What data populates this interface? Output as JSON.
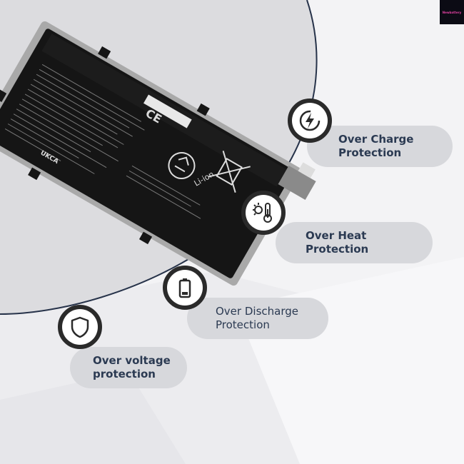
{
  "brand": {
    "logo_text": "Newbattery"
  },
  "features": [
    {
      "icon": "lightning-icon",
      "line1": "Over Charge",
      "line2": "Protection"
    },
    {
      "icon": "thermometer-sun-icon",
      "line1": "Over Heat",
      "line2": "Protection"
    },
    {
      "icon": "battery-icon",
      "line1": "Over Discharge",
      "line2": "Protection"
    },
    {
      "icon": "shield-icon",
      "line1": "Over voltage",
      "line2": "protection"
    }
  ],
  "battery_label": {
    "chemistry": "Li-ion",
    "marks": [
      "CE",
      "UKCA"
    ]
  },
  "colors": {
    "accent_line": "#27334a",
    "pill": "#d7d8dc",
    "text": "#2b3a52",
    "battery_body": "#121212",
    "battery_frame": "#a9a9a9"
  }
}
